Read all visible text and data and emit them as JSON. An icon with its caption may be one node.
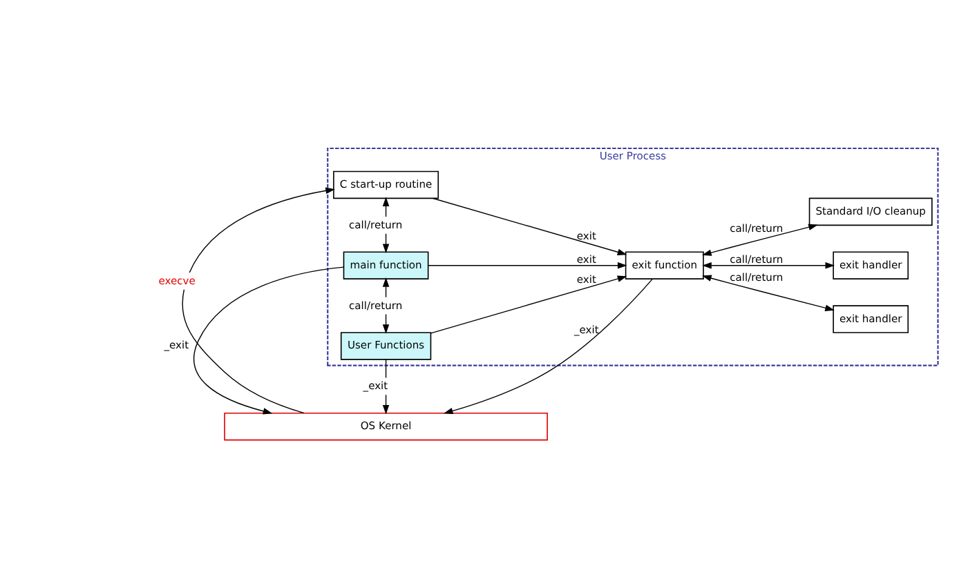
{
  "diagram": {
    "nodes": [
      {
        "text": [
          "User Process"
        ]
      },
      {
        "text": [
          "User Functions"
        ],
        "in": 0
      },
      {
        "text": [
          "main function"
        ],
        "in": 0
      },
      {
        "text": [
          "C start-up routine"
        ],
        "in": 0
      },
      {
        "text": [
          "exit function"
        ],
        "in": 0
      },
      {
        "text": [
          "exit handler"
        ],
        "in": 0
      },
      {
        "text": [
          "exit handler"
        ],
        "in": 0
      },
      {
        "text": [
          "Standard I/O cleanup"
        ],
        "in": 0
      },
      {
        "text": [
          "OS Kernel"
        ]
      }
    ],
    "edges": [
      {
        "from": 1,
        "to": 4,
        "arrow": "to",
        "label": "exit"
      },
      {
        "from": 2,
        "to": 4,
        "arrow": "to",
        "label": "exit"
      },
      {
        "from": 3,
        "to": 4,
        "arrow": "to",
        "label": "exit"
      },
      {
        "from": 1,
        "to": 2,
        "arrow": "both",
        "label": "call/return"
      },
      {
        "from": 2,
        "to": 3,
        "arrow": "both",
        "label": "call/return"
      },
      {
        "from": 4,
        "to": 5,
        "arrow": "both",
        "label": "call/return"
      },
      {
        "from": 4,
        "to": 6,
        "arrow": "both",
        "label": "call/return"
      },
      {
        "from": 4,
        "to": 7,
        "arrow": "both",
        "label": "call/return"
      },
      {
        "from": 4,
        "to": 8,
        "arrow": "to",
        "label": "_exit"
      },
      {
        "from": 1,
        "to": 8,
        "arrow": "to",
        "label": "_exit"
      },
      {
        "from": 2,
        "to": 8,
        "arrow": "to",
        "label": "_exit"
      },
      {
        "from": 8,
        "to": 3,
        "arrow": "to",
        "label": "execve"
      }
    ]
  }
}
